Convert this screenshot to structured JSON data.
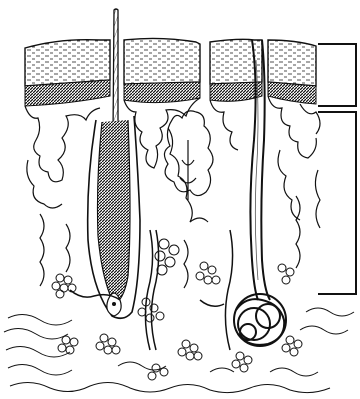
{
  "figure": {
    "subject": "skin-cross-section",
    "ink_color": "#111111",
    "paper_color": "#ffffff",
    "labels": []
  },
  "layers": [
    {
      "id": "epidermis"
    },
    {
      "id": "dermis"
    },
    {
      "id": "subcutaneous-tissue"
    }
  ],
  "brackets": [
    {
      "id": "epidermis-bracket",
      "spans": "epidermis"
    },
    {
      "id": "dermis-bracket",
      "spans": "dermis"
    }
  ]
}
